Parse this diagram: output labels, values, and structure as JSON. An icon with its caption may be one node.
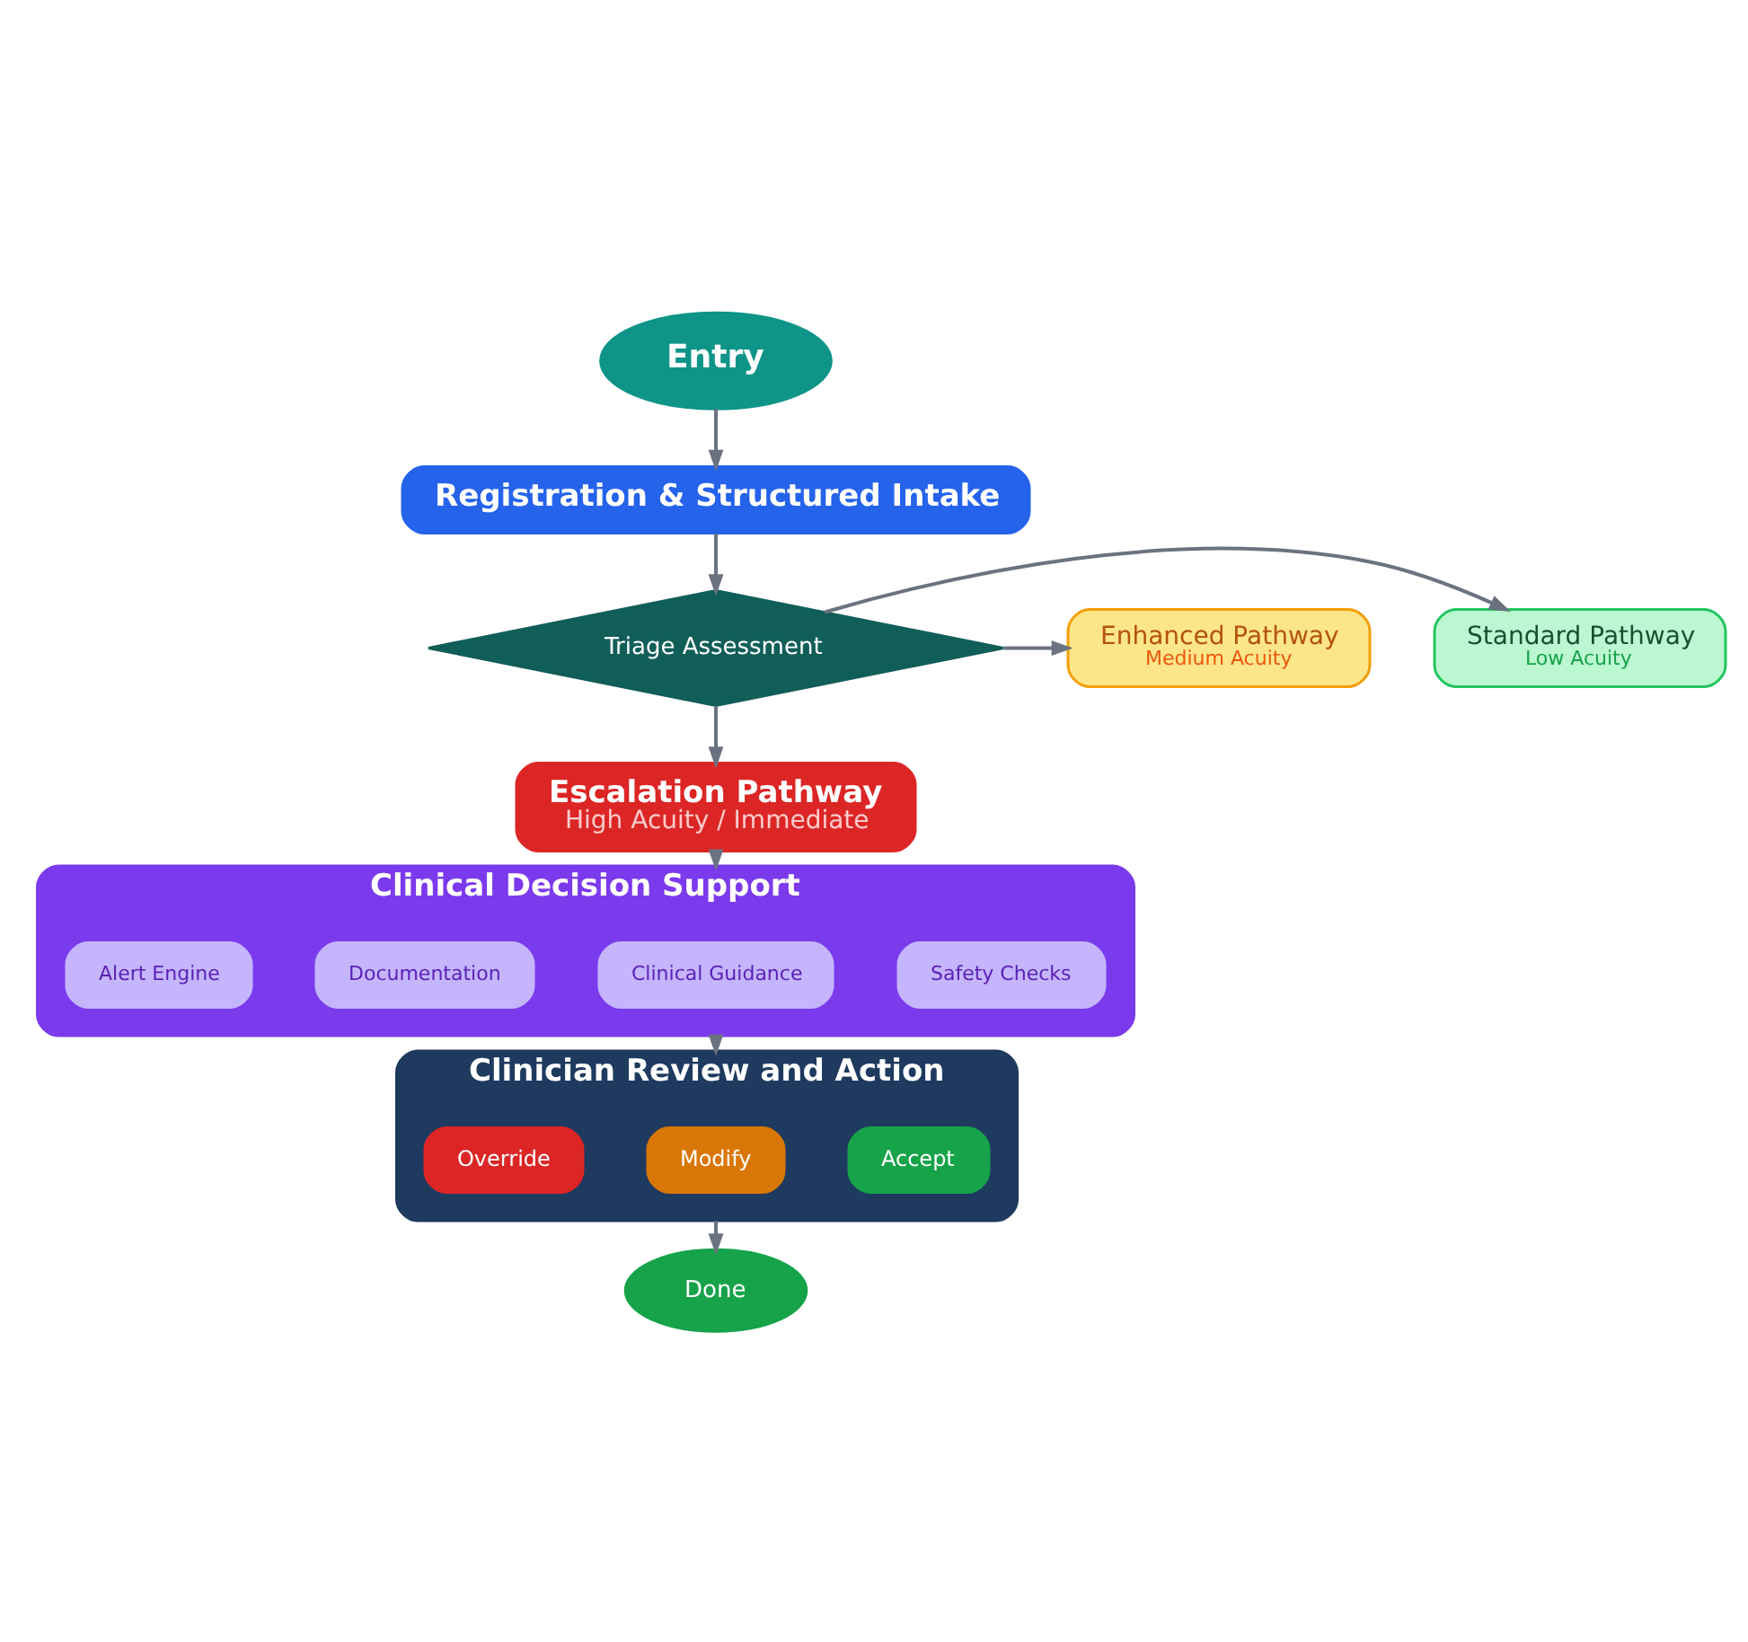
{
  "diagram": {
    "nodes": [
      {
        "text": [
          "Entry"
        ]
      },
      {
        "text": [
          "Registration & Structured Intake"
        ]
      },
      {
        "text": [
          "Triage Assessment"
        ]
      },
      {
        "text": [
          "Standard Pathway",
          "Low Acuity"
        ]
      },
      {
        "text": [
          "Enhanced Pathway",
          "Medium Acuity"
        ]
      },
      {
        "text": [
          "Escalation Pathway",
          "High Acuity / Immediate"
        ]
      },
      {
        "text": [
          "Clinical Decision Support"
        ]
      },
      {
        "text": [
          "Safety Checks"
        ],
        "in": 6
      },
      {
        "text": [
          "Clinical Guidance"
        ],
        "in": 6
      },
      {
        "text": [
          "Documentation"
        ],
        "in": 6
      },
      {
        "text": [
          "Alert Engine"
        ],
        "in": 6
      },
      {
        "text": [
          "Clinician Review and Action"
        ]
      },
      {
        "text": [
          "Accept"
        ],
        "in": 11
      },
      {
        "text": [
          "Modify"
        ],
        "in": 11
      },
      {
        "text": [
          "Override"
        ],
        "in": 11
      },
      {
        "text": [
          "Done"
        ]
      }
    ],
    "edges": [
      {
        "from": 0,
        "to": 1,
        "arrow": "to"
      },
      {
        "from": 1,
        "to": 2,
        "arrow": "to"
      },
      {
        "from": 2,
        "to": 3,
        "arrow": "to"
      },
      {
        "from": 2,
        "to": 4,
        "arrow": "to"
      },
      {
        "from": 2,
        "to": 5,
        "arrow": "to"
      },
      {
        "from": 5,
        "to": 6,
        "arrow": "to"
      },
      {
        "from": 6,
        "to": 11,
        "arrow": "to"
      },
      {
        "from": 11,
        "to": 15,
        "arrow": "to"
      }
    ]
  }
}
